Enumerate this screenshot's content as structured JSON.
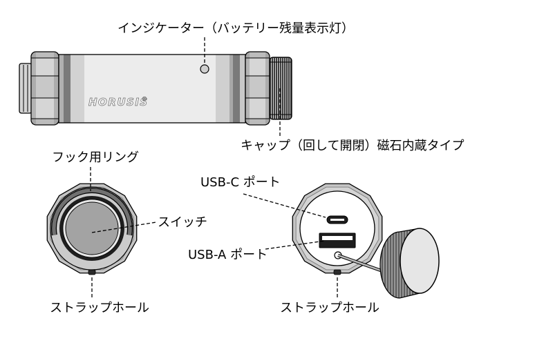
{
  "labels": {
    "indicator": "インジケーター（バッテリー残量表示灯）",
    "cap": "キャップ（回して開閉）磁石内蔵タイプ",
    "hook_ring": "フック用リング",
    "switch": "スイッチ",
    "strap_hole_left": "ストラップホール",
    "usb_c": "USB-C ポート",
    "usb_a": "USB-A ポート",
    "strap_hole_right": "ストラップホール"
  },
  "logo": {
    "text": "HORUSIS",
    "mark": "®"
  },
  "colors": {
    "outline": "#000000",
    "label": "#000000",
    "metal": "#c8c8c8",
    "dark": "#1e1e1e"
  }
}
